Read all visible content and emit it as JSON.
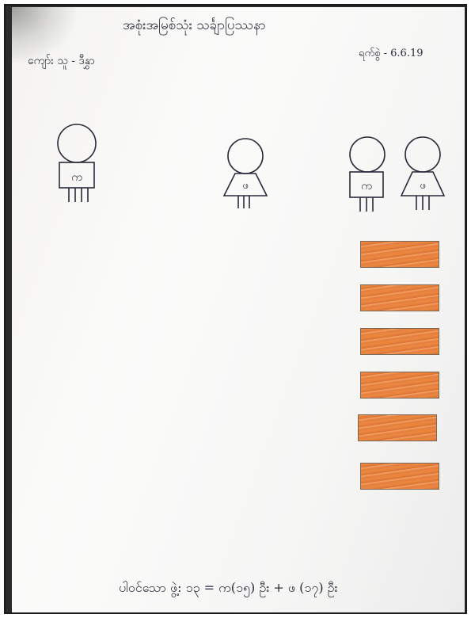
{
  "title": "အစုံးအမြစ်သုံး သင်္ချာပြဿနာ",
  "name_line": "ကျော်း သူ - ဒီနွှာ",
  "date_line": "ရက်စွဲ - 6.6.19",
  "figures": [
    {
      "letter": "က"
    },
    {
      "letter": "ဖ"
    },
    {
      "letter": "က"
    },
    {
      "letter": "ဖ"
    }
  ],
  "cards": [
    "",
    "",
    "",
    "",
    "",
    ""
  ],
  "equation": "ပါဝင်သော ဖွဲ့: ၁၃ = က(၁၅) ဦး + ဖ (၁၇) ဦး",
  "colors": {
    "ink": "#2a2a3a",
    "card_fill": "#e26a1e",
    "paper": "#f7f7f6"
  }
}
